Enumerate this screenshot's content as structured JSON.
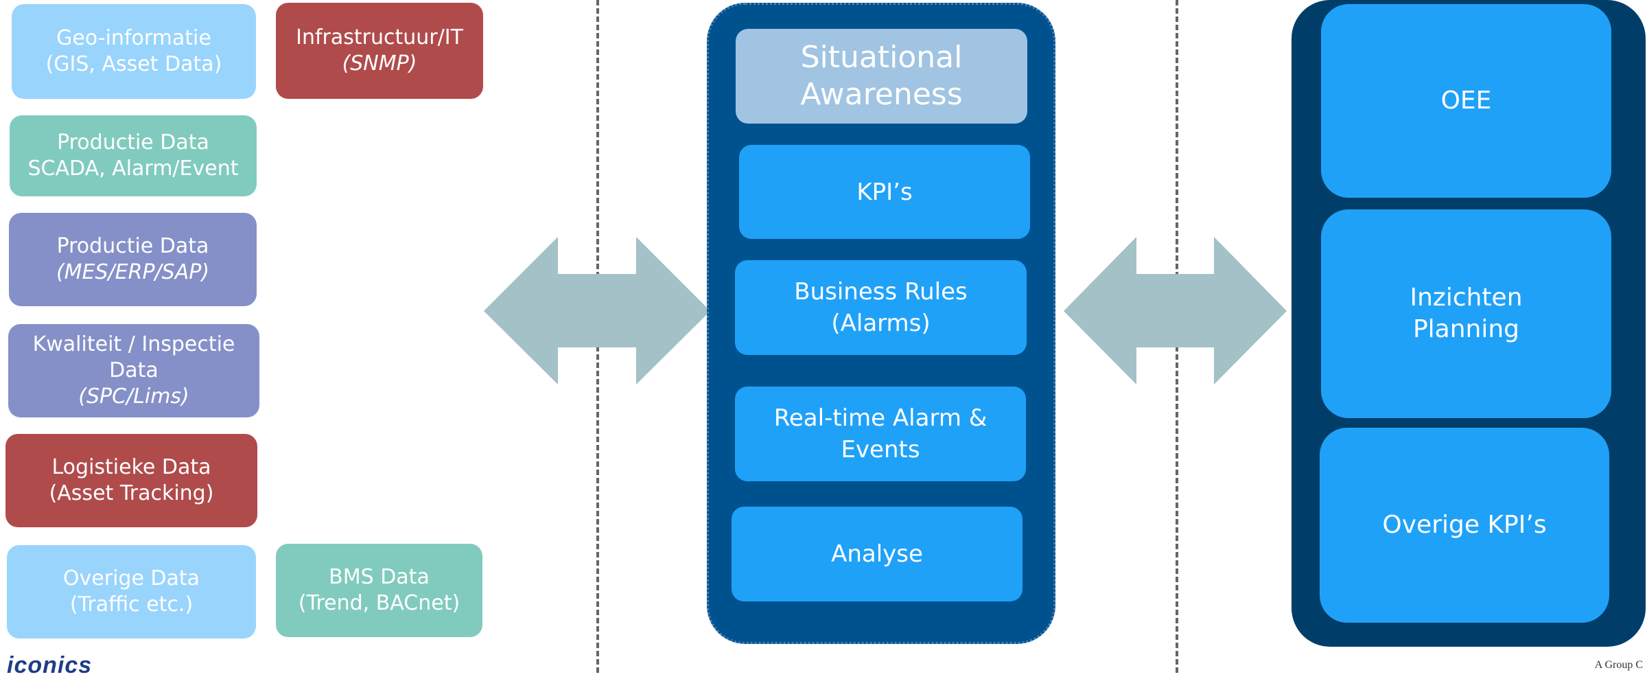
{
  "sources": {
    "geo": {
      "line1": "Geo-informatie",
      "line2": "(GIS, Asset Data)"
    },
    "infra": {
      "line1": "Infrastructuur/IT",
      "line2": "(SNMP)"
    },
    "productie_scada": {
      "line1": "Productie  Data",
      "line2": "SCADA, Alarm/Event"
    },
    "productie_mes": {
      "line1": "Productie Data",
      "line2": "(MES/ERP/SAP)"
    },
    "kwaliteit": {
      "line1": "Kwaliteit / Inspectie",
      "line2": "Data",
      "line3": "(SPC/Lims)"
    },
    "logistiek": {
      "line1": "Logistieke Data",
      "line2": "(Asset Tracking)"
    },
    "overige": {
      "line1": "Overige Data",
      "line2": "(Traffic etc.)"
    },
    "bms": {
      "line1": "BMS Data",
      "line2": "(Trend,  BACnet)"
    }
  },
  "center": {
    "situational": {
      "line1": "Situational",
      "line2": "Awareness"
    },
    "kpis": "KPI’s",
    "business_rules": {
      "line1": "Business Rules",
      "line2": "(Alarms)"
    },
    "realtime": {
      "line1": "Real-time Alarm &",
      "line2": "Events"
    },
    "analyse": "Analyse"
  },
  "right": {
    "oee": "OEE",
    "inzichten": {
      "line1": "Inzichten",
      "line2": "Planning"
    },
    "overige_kpis": "Overige KPI’s"
  },
  "footer": {
    "logo_text": "iconics",
    "right_text": "A Group C"
  },
  "colors": {
    "light_blue": "#99d4fc",
    "teal": "#80cbbe",
    "purple": "#8590c8",
    "red": "#b04b4c",
    "bright_blue": "#20a1f8",
    "panel_blue": "#00528f",
    "panel_dark": "#003e69",
    "arrow": "#a3c1c7"
  }
}
